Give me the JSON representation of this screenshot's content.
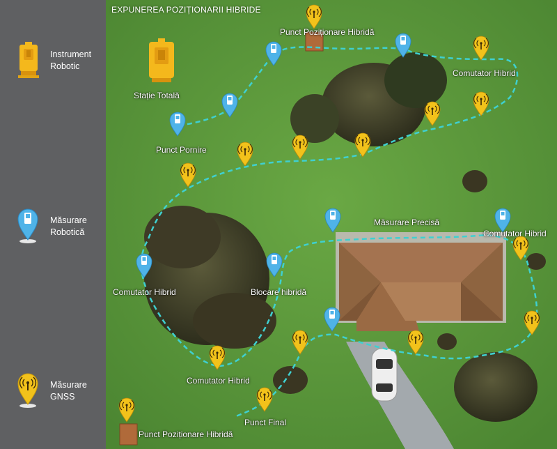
{
  "title": "EXPUNEREA POZIȚIONARII HIBRIDE",
  "legend": {
    "instrument": "Instrument\nRobotic",
    "robotic": "Măsurare\nRobotică",
    "gnss": "Măsurare\nGNSS"
  },
  "labels": {
    "station": "Stație Totală",
    "hybrid_top": "Punct Poziționare Hibridă",
    "switch_top_right": "Comutator Hibrid",
    "start": "Punct Pornire",
    "precise": "Măsurare Precisă",
    "switch_right": "Comutator Hibrid",
    "switch_left": "Comutator Hibrid",
    "hybrid_lock": "Blocare hibridă",
    "switch_bottom": "Comutator Hibrid",
    "final": "Punct Final",
    "hybrid_bottom": "Punct Poziționare Hibridă"
  },
  "colors": {
    "grass": "#5a9a3c",
    "legend_bg": "#5f6062",
    "gnss_marker": "#f2c21b",
    "robotic_marker": "#4fb3e8",
    "path": "#3fd0d0",
    "roof": "#9a6b45",
    "driveway": "#a3a9ad"
  },
  "icons": {
    "instrument": "total-station-icon",
    "robotic": "robotic-measure-pin-icon",
    "gnss": "gnss-antenna-pin-icon",
    "hybrid_point": "hybrid-point-crate-icon"
  }
}
